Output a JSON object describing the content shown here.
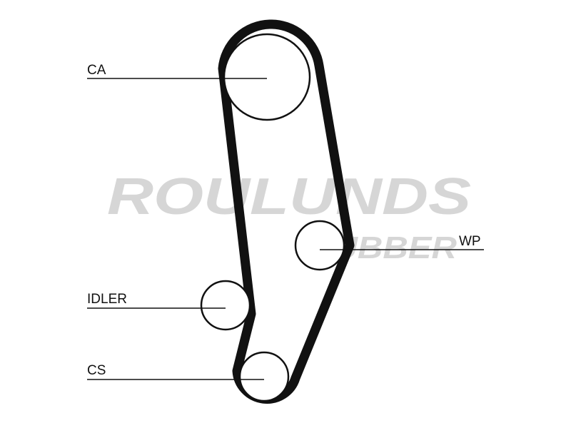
{
  "watermark": {
    "brand": "ROULUNDS",
    "sub": "RUBBER",
    "color": "#d6d6d6"
  },
  "diagram": {
    "belt_color": "#111111",
    "pulleys": [
      {
        "id": "ca",
        "label": "CA"
      },
      {
        "id": "wp",
        "label": "WP"
      },
      {
        "id": "idler",
        "label": "IDLER"
      },
      {
        "id": "cs",
        "label": "CS"
      }
    ]
  }
}
